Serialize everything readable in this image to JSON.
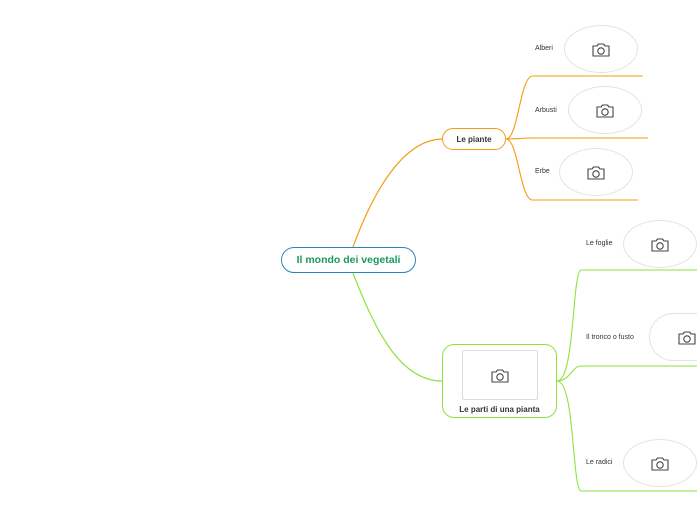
{
  "root": {
    "label": "Il mondo dei vegetali"
  },
  "branches": [
    {
      "label": "Le piante",
      "color": "#f39c12",
      "children": [
        {
          "label": "Alberi",
          "icon": "camera-icon"
        },
        {
          "label": "Arbusti",
          "icon": "camera-icon"
        },
        {
          "label": "Erbe",
          "icon": "camera-icon"
        }
      ]
    },
    {
      "label": "Le parti di una pianta",
      "color": "#8ee33a",
      "icon": "camera-icon",
      "children": [
        {
          "label": "Le foglie",
          "icon": "camera-icon"
        },
        {
          "label": "Il tronco o fusto",
          "icon": "camera-icon"
        },
        {
          "label": "Le radici",
          "icon": "camera-icon"
        }
      ]
    }
  ],
  "colors": {
    "root_border": "#2a86b7",
    "root_text": "#1a9a5a"
  }
}
